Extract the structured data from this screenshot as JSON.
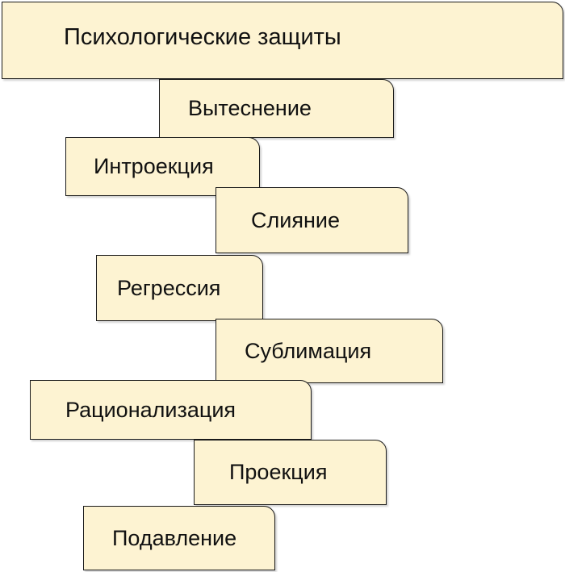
{
  "diagram": {
    "title": "Психологические защиты",
    "items": [
      "Вытеснение",
      "Интроекция",
      "Слияние",
      "Регрессия",
      "Сублимация",
      "Рационализация",
      "Проекция",
      "Подавление"
    ]
  },
  "colors": {
    "box_fill": "#fdf3d2",
    "box_border": "#1a1a1a",
    "text": "#111111",
    "background": "#ffffff"
  }
}
